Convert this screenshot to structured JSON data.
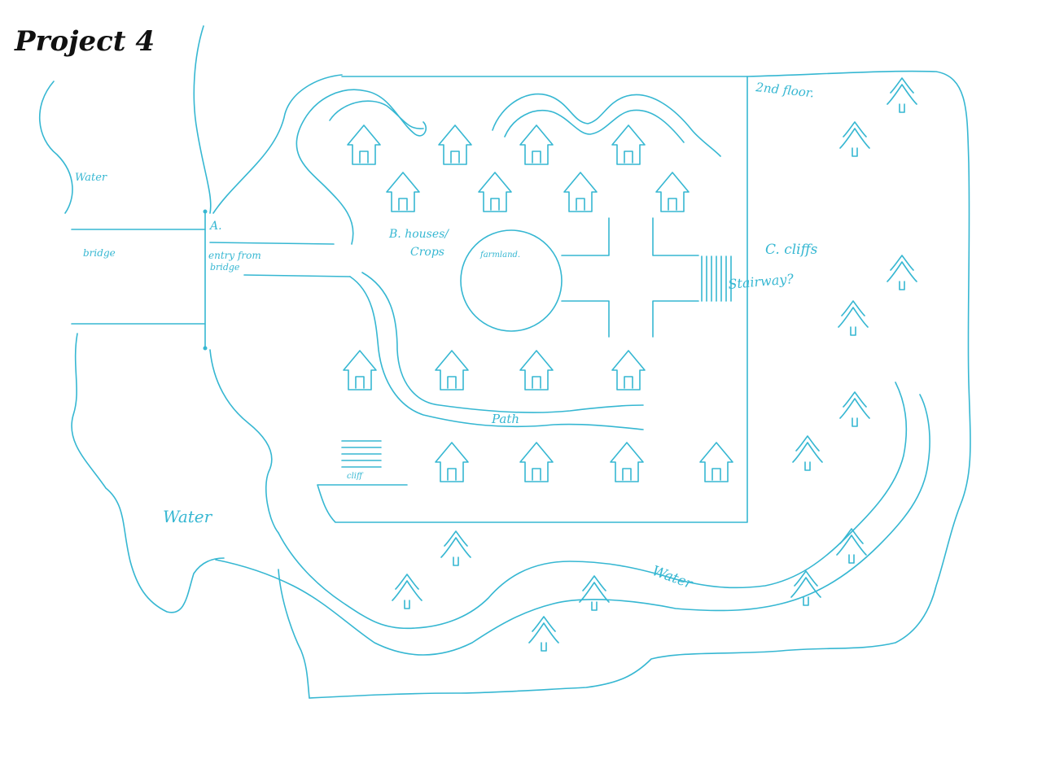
{
  "title": "Project 4",
  "colors": {
    "ink": "#36b7d2",
    "title_ink": "#111111",
    "paper": "#ffffff"
  },
  "labels": {
    "water_top_left": "Water",
    "bridge": "bridge",
    "point_a": "A.",
    "entry_from": "entry from",
    "entry_bridge": "bridge",
    "b_houses": "B. houses/",
    "crops": "Crops",
    "farmland": "farmland.",
    "c_cliffs": "C. cliffs",
    "stairway": "Stairway?",
    "second_floor": "2nd floor.",
    "path": "Path",
    "cliff": "cliff",
    "water_bottom_left": "Water",
    "water_river": "Water"
  },
  "icons": {
    "house": "house-icon",
    "tree": "pine-tree-icon",
    "stairs": "stairs-icon"
  }
}
